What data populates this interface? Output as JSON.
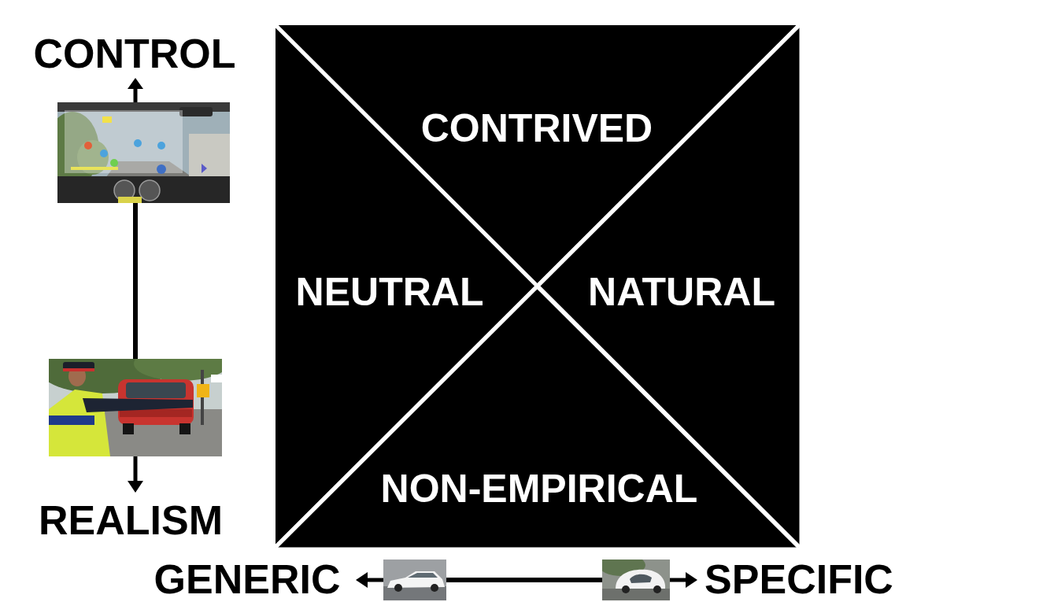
{
  "diagram": {
    "nodes": [
      {
        "text": [
          "CONTRIVED"
        ]
      },
      {
        "text": [
          "NEUTRAL"
        ]
      },
      {
        "text": [
          "NATURAL"
        ]
      },
      {
        "text": [
          "NON-EMPIRICAL"
        ]
      }
    ],
    "labels": [
      "CONTROL",
      "REALISM",
      "GENERIC",
      "SPECIFIC"
    ]
  }
}
